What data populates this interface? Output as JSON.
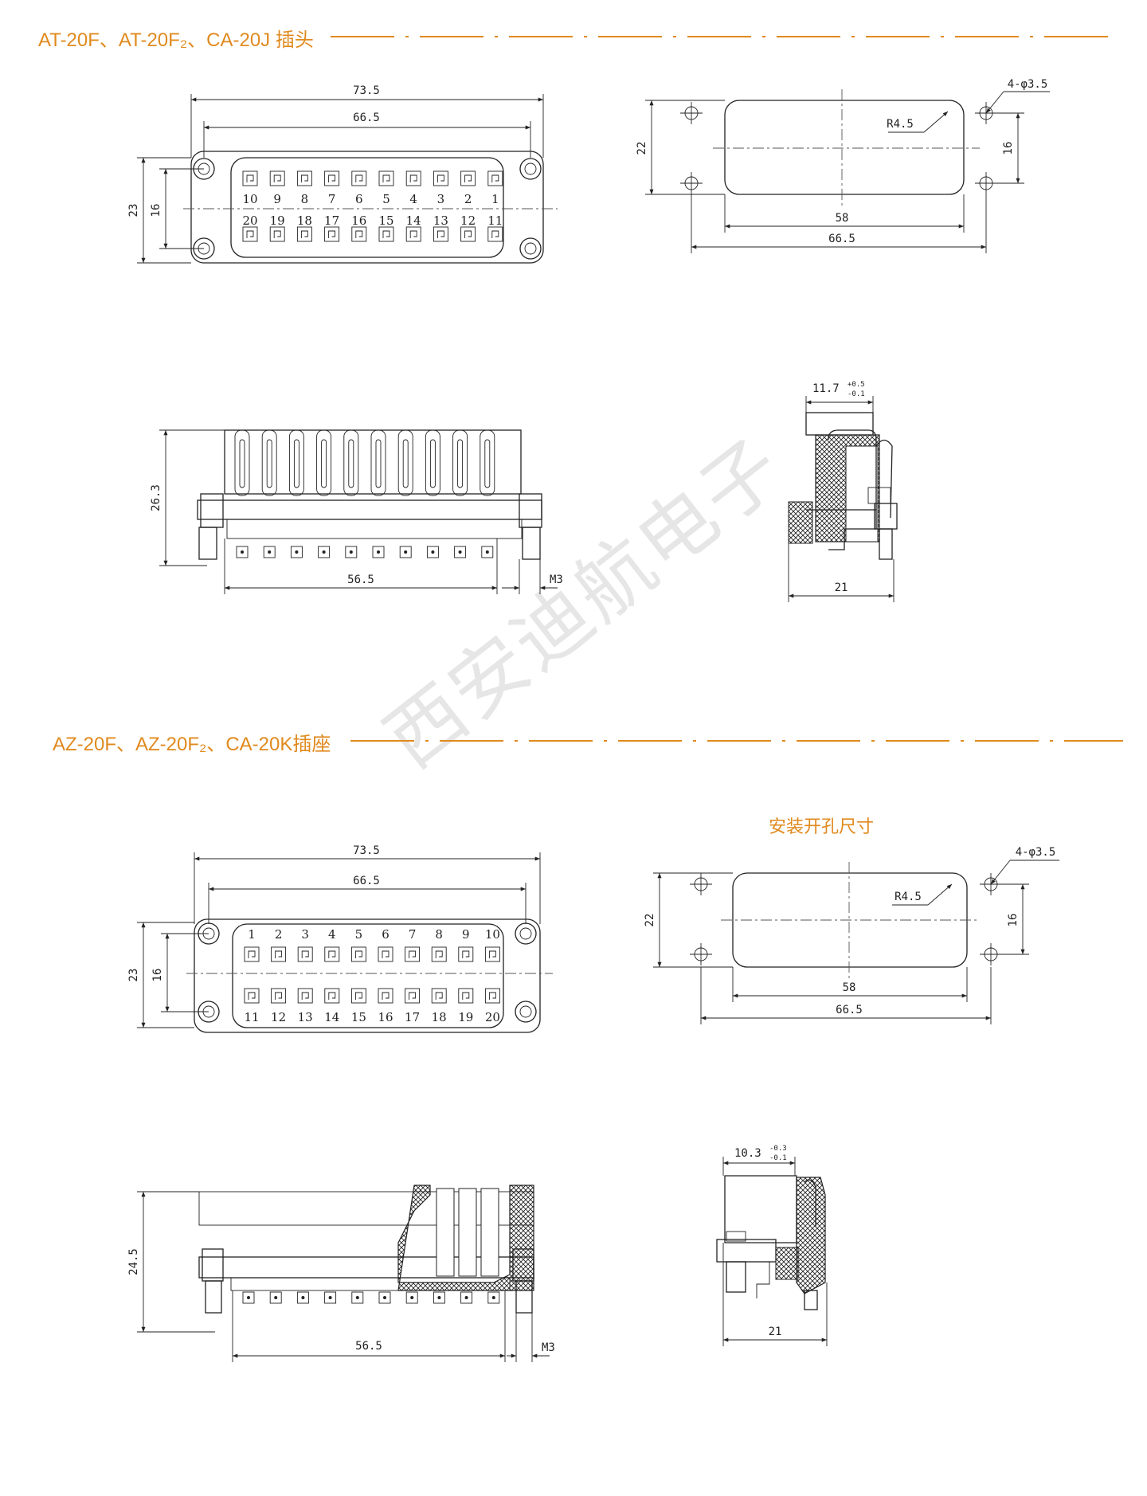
{
  "watermark": "西安迪航电子",
  "colors": {
    "accent": "#e08a1e",
    "line": "#222222"
  },
  "sections": [
    {
      "title": "AT-20F、AT-20F₂、CA-20J 插头",
      "front_view": {
        "dims": {
          "overall": "73.5",
          "hole_spacing": "66.5",
          "height": "23",
          "hole_vertical": "16"
        },
        "top_row_pins": [
          "10",
          "9",
          "8",
          "7",
          "6",
          "5",
          "4",
          "3",
          "2",
          "1"
        ],
        "bottom_row_pins": [
          "20",
          "19",
          "18",
          "17",
          "16",
          "15",
          "14",
          "13",
          "12",
          "11"
        ]
      },
      "cutout": {
        "holes": "4-φ3.5",
        "radius": "R4.5",
        "height": "22",
        "hole_vertical": "16",
        "width": "58",
        "hole_spacing": "66.5"
      },
      "side_view": {
        "height": "26.3",
        "pin_span": "56.5",
        "screw": "M3"
      },
      "end_view": {
        "thickness": "11.7",
        "tol_upper": "+0.5",
        "tol_lower": "-0.1",
        "width": "21"
      }
    },
    {
      "title": "AZ-20F、AZ-20F₂、CA-20K插座",
      "subtitle": "安装开孔尺寸",
      "front_view": {
        "dims": {
          "overall": "73.5",
          "hole_spacing": "66.5",
          "height": "23",
          "hole_vertical": "16"
        },
        "top_row_pins": [
          "1",
          "2",
          "3",
          "4",
          "5",
          "6",
          "7",
          "8",
          "9",
          "10"
        ],
        "bottom_row_pins": [
          "11",
          "12",
          "13",
          "14",
          "15",
          "16",
          "17",
          "18",
          "19",
          "20"
        ]
      },
      "cutout": {
        "holes": "4-φ3.5",
        "radius": "R4.5",
        "height": "22",
        "hole_vertical": "16",
        "width": "58",
        "hole_spacing": "66.5"
      },
      "side_view": {
        "height": "24.5",
        "pin_span": "56.5",
        "screw": "M3"
      },
      "end_view": {
        "thickness": "10.3",
        "tol_upper": "-0.3",
        "tol_lower": "-0.1",
        "width": "21"
      }
    }
  ]
}
